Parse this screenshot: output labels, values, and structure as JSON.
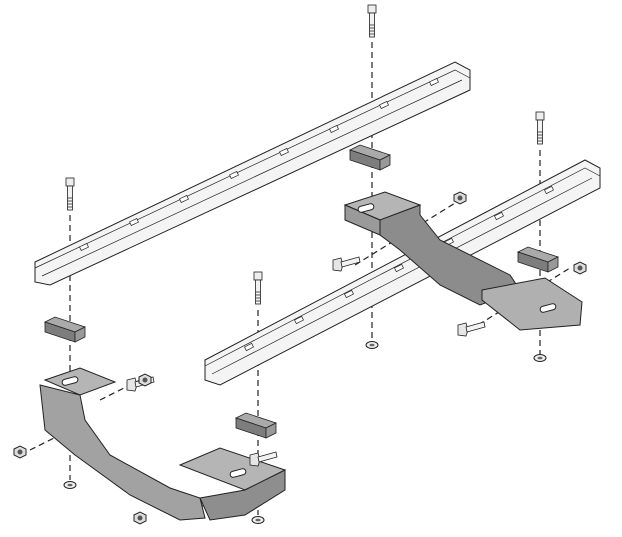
{
  "diagram": {
    "type": "exploded-assembly",
    "colors": {
      "background": "#ffffff",
      "rail_fill": "#f4f4f4",
      "bracket_fill": "#a9a9a9",
      "bracket_shade": "#8c8c8c",
      "spacer_fill": "#8a8a8a",
      "hardware_fill": "#e0e0e0",
      "outline": "#222222"
    },
    "parts": [
      "rail",
      "rail",
      "bracket",
      "bracket",
      "spacer",
      "spacer",
      "spacer",
      "spacer",
      "bolt",
      "nut",
      "washer"
    ]
  }
}
